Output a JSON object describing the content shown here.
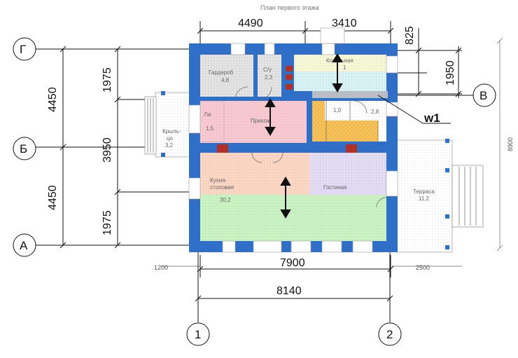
{
  "title": "План первого этажа",
  "axes": {
    "G": "Г",
    "B_upper": "Б",
    "A": "А",
    "V": "В",
    "one": "1",
    "two": "2"
  },
  "dims": {
    "top_left": "4490",
    "top_right": "3410",
    "top_small": "825",
    "right_1950": "1950",
    "left_4450_top": "4450",
    "left_1975_top": "1975",
    "left_3950": "3950",
    "left_4450_bottom": "4450",
    "left_1975_bottom": "1975",
    "bottom_7900": "7900",
    "bottom_8140": "8140",
    "small_1200": "1200",
    "small_2500": "2500",
    "side_8900": "8900"
  },
  "rooms": {
    "wardrobe": "Гардероб",
    "wardrobe_area": "4,8",
    "wc": "С/у",
    "wc_area": "2,3",
    "boiler": "Котельная",
    "boiler_area": "1",
    "hall": "Прихож.",
    "stair1": "1,0",
    "stair2": "2,8",
    "porch": "Крыль-",
    "porch2": "цо",
    "porch_area": "3,2",
    "small": "Гм",
    "small2": "1,5",
    "kitchen": "Кухня-",
    "kitchen2": "столовая",
    "kitchen_area": "30,2",
    "living": "Гостиная",
    "terrace": "Террасa",
    "terrace_area": "11,2"
  },
  "label_w1": "w1",
  "colors": {
    "wall": "#2f6fc7",
    "wall_dark": "#1f4f9a"
  }
}
